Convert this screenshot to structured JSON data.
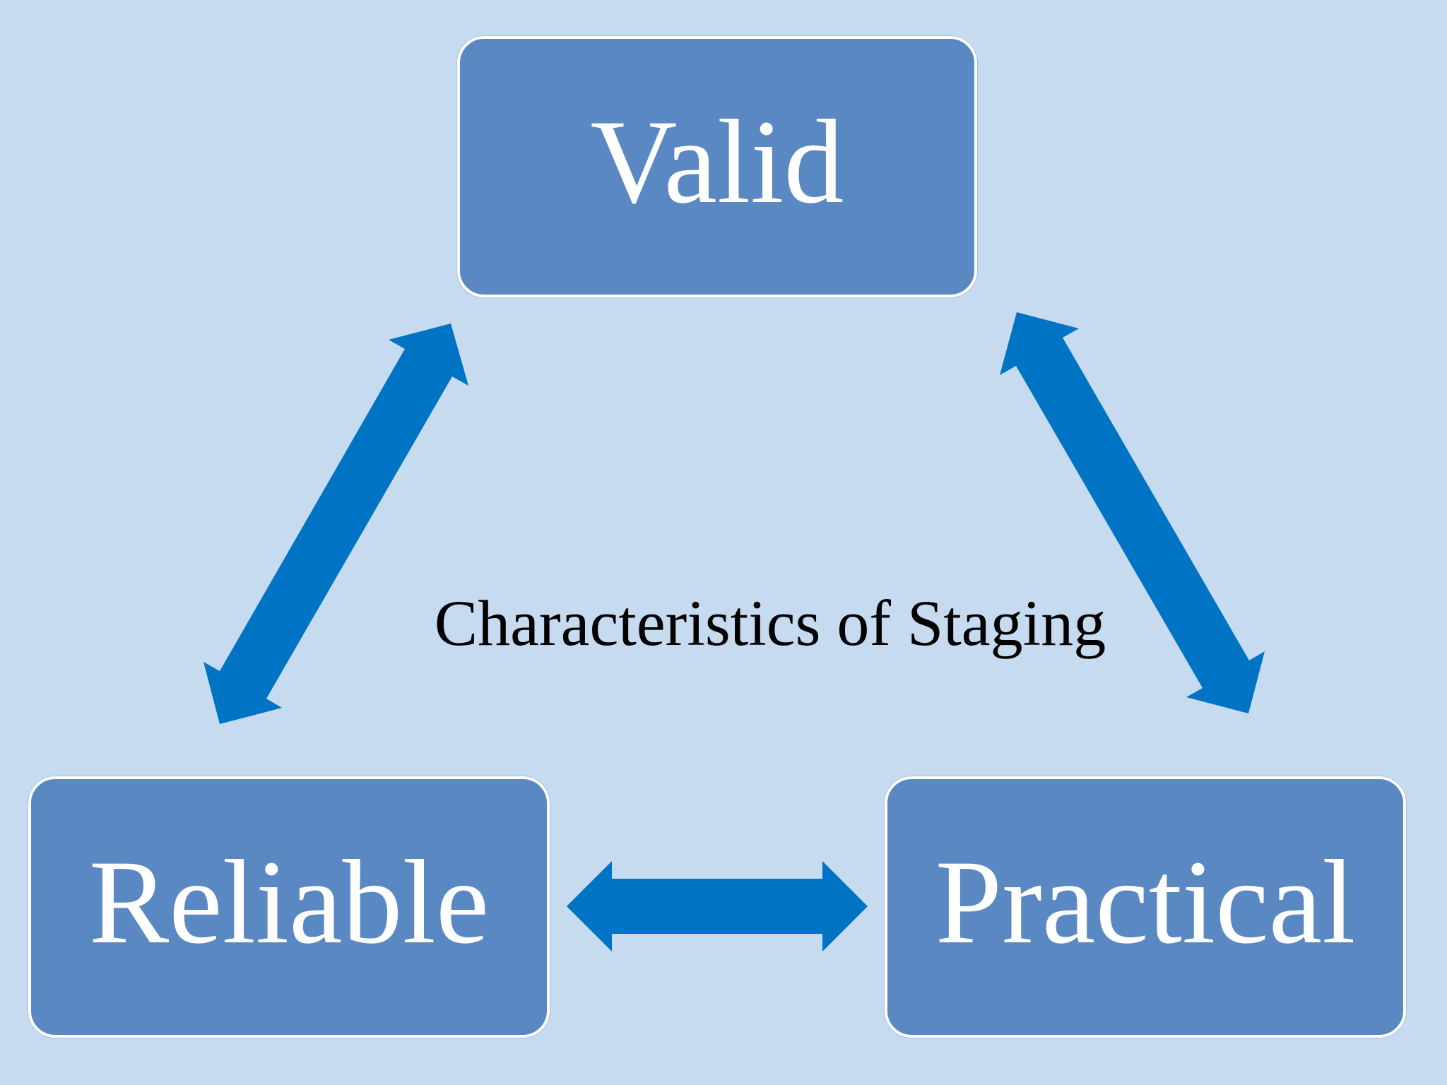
{
  "diagram": {
    "title": "Characteristics of Staging",
    "nodes": {
      "top": "Valid",
      "left": "Reliable",
      "right": "Practical"
    },
    "edges": [
      {
        "from": "Valid",
        "to": "Reliable",
        "type": "bidirectional"
      },
      {
        "from": "Valid",
        "to": "Practical",
        "type": "bidirectional"
      },
      {
        "from": "Reliable",
        "to": "Practical",
        "type": "bidirectional"
      }
    ]
  },
  "colors": {
    "background": "#c6daf0",
    "box_fill": "#5a88c3",
    "box_border": "#ffffff",
    "arrow": "#0074c4",
    "box_text": "#ffffff",
    "title_text": "#000000"
  }
}
